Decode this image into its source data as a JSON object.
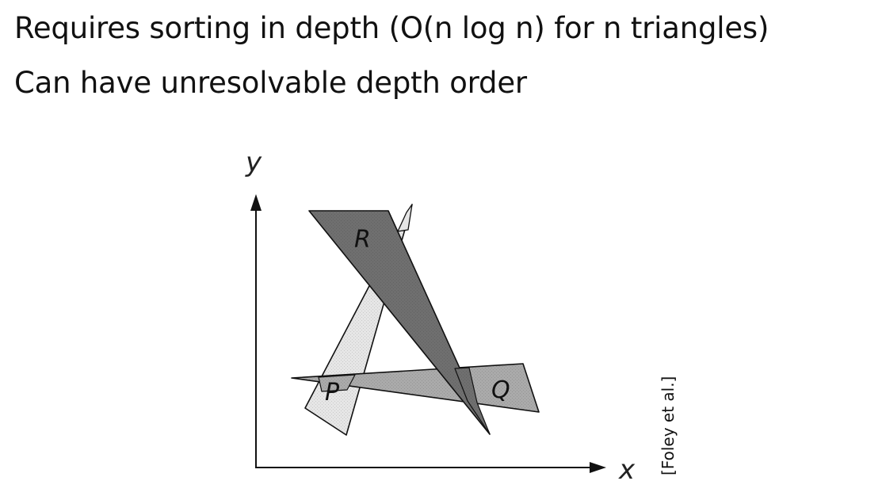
{
  "slide": {
    "bullets": [
      "Requires sorting in depth (O(n log n) for n triangles)",
      "Can have unresolvable depth order"
    ]
  },
  "figure": {
    "axis_y_label": "y",
    "axis_x_label": "x",
    "triangles": {
      "R": {
        "label": "R",
        "fill": "#6f6f6f"
      },
      "P": {
        "label": "P",
        "fill": "#e6e6e6"
      },
      "Q": {
        "label": "Q",
        "fill": "#aaaaaa"
      }
    },
    "credit": "[Foley et al.]"
  },
  "colors": {
    "text": "#111111",
    "outline": "#111111",
    "background": "#ffffff"
  }
}
